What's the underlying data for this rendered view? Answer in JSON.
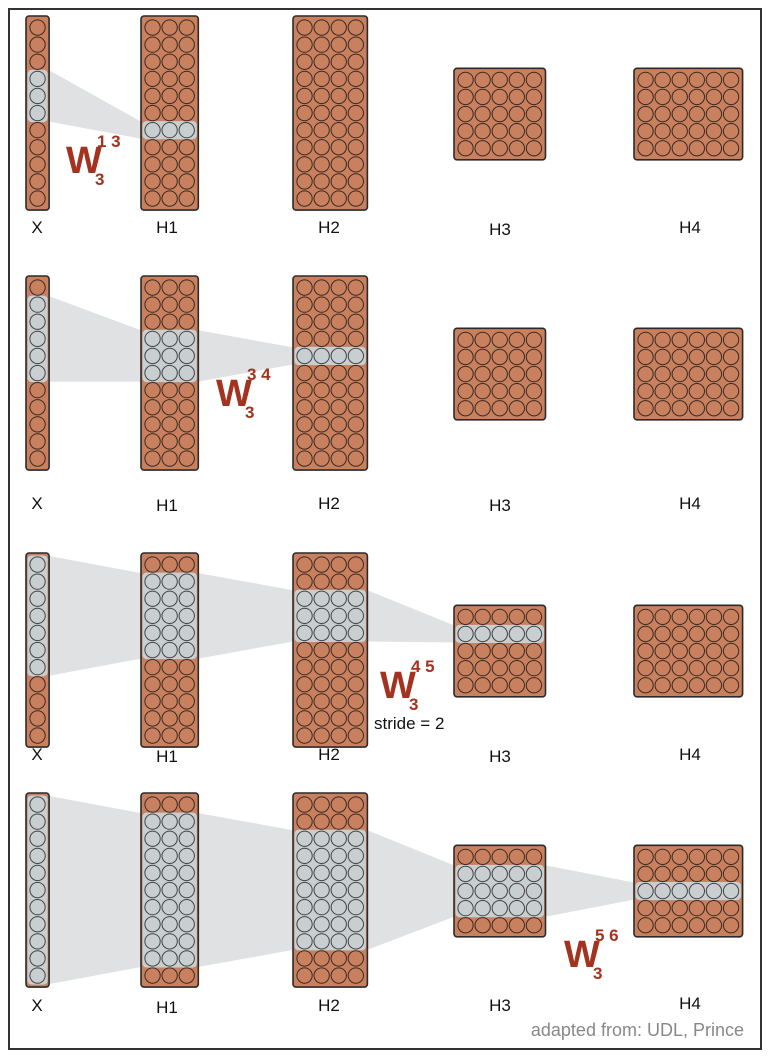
{
  "colors": {
    "neuron_fill": "#c8805f",
    "highlight": "#c9ced1",
    "cone": "#dfe1e2",
    "weight_label": "#a3321e",
    "credit": "#888888"
  },
  "layers": [
    {
      "name": "X",
      "rows": 11,
      "cols": 1
    },
    {
      "name": "H1",
      "rows": 11,
      "cols": 3
    },
    {
      "name": "H2",
      "rows": 11,
      "cols": 4
    },
    {
      "name": "H3",
      "rows": 5,
      "cols": 5
    },
    {
      "name": "H4",
      "rows": 5,
      "cols": 6
    }
  ],
  "panels": [
    {
      "labels": [
        "X",
        "H1",
        "H2",
        "H3",
        "H4"
      ],
      "highlights": {
        "X": [
          4,
          6
        ],
        "H1": [
          7,
          7
        ]
      },
      "cone": [
        "X",
        "H1"
      ],
      "weight": {
        "base": "W",
        "sup": "1 3",
        "sub": "3"
      },
      "note": ""
    },
    {
      "labels": [
        "X",
        "H1",
        "H2",
        "H3",
        "H4"
      ],
      "highlights": {
        "X": [
          2,
          6
        ],
        "H1": [
          4,
          6
        ],
        "H2": [
          5,
          5
        ]
      },
      "cone": [
        "X",
        "H1",
        "H2"
      ],
      "weight": {
        "base": "W",
        "sup": "3 4",
        "sub": "3"
      },
      "note": ""
    },
    {
      "labels": [
        "X",
        "H1",
        "H2",
        "H3",
        "H4"
      ],
      "highlights": {
        "X": [
          1,
          7
        ],
        "H1": [
          2,
          6
        ],
        "H2": [
          3,
          5
        ],
        "H3": [
          2,
          2
        ]
      },
      "cone": [
        "X",
        "H1",
        "H2",
        "H3"
      ],
      "weight": {
        "base": "W",
        "sup": "4 5",
        "sub": "3"
      },
      "note": "stride = 2"
    },
    {
      "labels": [
        "X",
        "H1",
        "H2",
        "H3",
        "H4"
      ],
      "highlights": {
        "X": [
          1,
          11
        ],
        "H1": [
          2,
          10
        ],
        "H2": [
          3,
          9
        ],
        "H3": [
          2,
          4
        ],
        "H4": [
          3,
          3
        ]
      },
      "cone": [
        "X",
        "H1",
        "H2",
        "H3",
        "H4"
      ],
      "weight": {
        "base": "W",
        "sup": "5 6",
        "sub": "3"
      },
      "note": ""
    }
  ],
  "credit": "adapted from: UDL, Prince"
}
